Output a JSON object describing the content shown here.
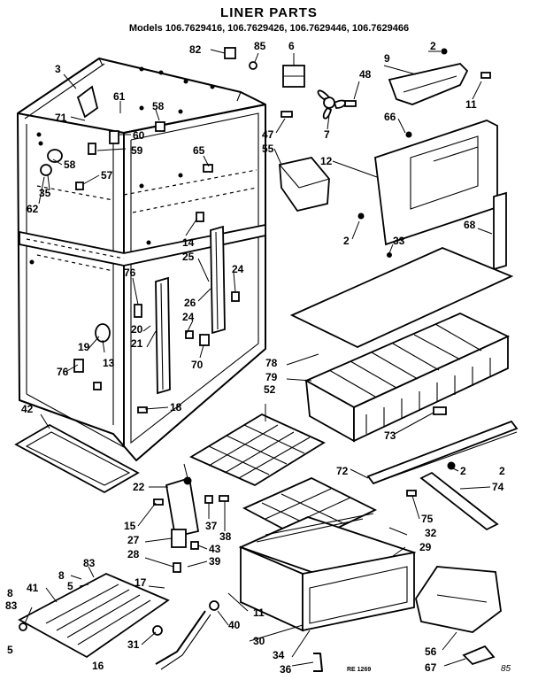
{
  "title": "LINER PARTS",
  "models": "Models 106.7629416, 106.7629426, 106.7629446, 106.7629466",
  "stamp": "RE 1269",
  "page_mark": "85",
  "callouts": [
    {
      "id": "c82",
      "label": "82"
    },
    {
      "id": "c85",
      "label": "85"
    },
    {
      "id": "c6",
      "label": "6"
    },
    {
      "id": "c2a",
      "label": "2"
    },
    {
      "id": "c9",
      "label": "9"
    },
    {
      "id": "c48",
      "label": "48"
    },
    {
      "id": "c3",
      "label": "3"
    },
    {
      "id": "c61",
      "label": "61"
    },
    {
      "id": "c58a",
      "label": "58"
    },
    {
      "id": "c71",
      "label": "71"
    },
    {
      "id": "c60",
      "label": "60"
    },
    {
      "id": "c7",
      "label": "7"
    },
    {
      "id": "c47",
      "label": "47"
    },
    {
      "id": "c55",
      "label": "55"
    },
    {
      "id": "c66",
      "label": "66"
    },
    {
      "id": "c11a",
      "label": "11"
    },
    {
      "id": "c65",
      "label": "65"
    },
    {
      "id": "c59",
      "label": "59"
    },
    {
      "id": "c58b",
      "label": "58"
    },
    {
      "id": "c57",
      "label": "57"
    },
    {
      "id": "c35",
      "label": "35"
    },
    {
      "id": "c62",
      "label": "62"
    },
    {
      "id": "c12",
      "label": "12"
    },
    {
      "id": "c14",
      "label": "14"
    },
    {
      "id": "c25",
      "label": "25"
    },
    {
      "id": "c2b",
      "label": "2"
    },
    {
      "id": "c33",
      "label": "33"
    },
    {
      "id": "c68",
      "label": "68"
    },
    {
      "id": "c24a",
      "label": "24"
    },
    {
      "id": "c76a",
      "label": "76"
    },
    {
      "id": "c26",
      "label": "26"
    },
    {
      "id": "c24b",
      "label": "24"
    },
    {
      "id": "c20",
      "label": "20"
    },
    {
      "id": "c19",
      "label": "19"
    },
    {
      "id": "c13",
      "label": "13"
    },
    {
      "id": "c21",
      "label": "21"
    },
    {
      "id": "c70",
      "label": "70"
    },
    {
      "id": "c76b",
      "label": "76"
    },
    {
      "id": "c78",
      "label": "78"
    },
    {
      "id": "c79",
      "label": "79"
    },
    {
      "id": "c52",
      "label": "52"
    },
    {
      "id": "c18",
      "label": "18"
    },
    {
      "id": "c42",
      "label": "42"
    },
    {
      "id": "c73",
      "label": "73"
    },
    {
      "id": "c2c",
      "label": "2"
    },
    {
      "id": "c72",
      "label": "72"
    },
    {
      "id": "c2d",
      "label": "2"
    },
    {
      "id": "c22",
      "label": "22"
    },
    {
      "id": "c74",
      "label": "74"
    },
    {
      "id": "c15",
      "label": "15"
    },
    {
      "id": "c37",
      "label": "37"
    },
    {
      "id": "c75",
      "label": "75"
    },
    {
      "id": "c27",
      "label": "27"
    },
    {
      "id": "c38",
      "label": "38"
    },
    {
      "id": "c32",
      "label": "32"
    },
    {
      "id": "c43",
      "label": "43"
    },
    {
      "id": "c29",
      "label": "29"
    },
    {
      "id": "c28",
      "label": "28"
    },
    {
      "id": "c39",
      "label": "39"
    },
    {
      "id": "c8a",
      "label": "8"
    },
    {
      "id": "c83a",
      "label": "83"
    },
    {
      "id": "c5a",
      "label": "5"
    },
    {
      "id": "c17",
      "label": "17"
    },
    {
      "id": "c8b",
      "label": "8"
    },
    {
      "id": "c41",
      "label": "41"
    },
    {
      "id": "c83b",
      "label": "83"
    },
    {
      "id": "c11b",
      "label": "11"
    },
    {
      "id": "c40",
      "label": "40"
    },
    {
      "id": "c31",
      "label": "31"
    },
    {
      "id": "c30",
      "label": "30"
    },
    {
      "id": "c34",
      "label": "34"
    },
    {
      "id": "c5b",
      "label": "5"
    },
    {
      "id": "c16",
      "label": "16"
    },
    {
      "id": "c36",
      "label": "36"
    },
    {
      "id": "c56",
      "label": "56"
    },
    {
      "id": "c67",
      "label": "67"
    }
  ]
}
